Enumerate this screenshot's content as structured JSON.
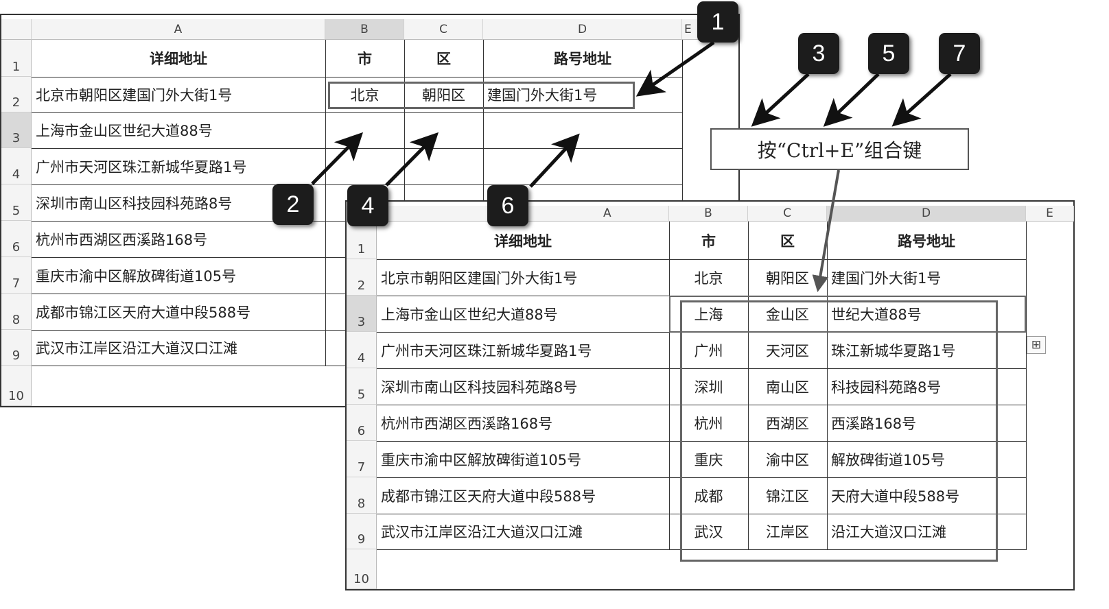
{
  "columns": [
    "A",
    "B",
    "C",
    "D",
    "E"
  ],
  "headers": [
    "详细地址",
    "市",
    "区",
    "路号地址"
  ],
  "addresses": [
    "北京市朝阳区建国门外大街1号",
    "上海市金山区世纪大道88号",
    "广州市天河区珠江新城华夏路1号",
    "深圳市南山区科技园科苑路8号",
    "杭州市西湖区西溪路168号",
    "重庆市渝中区解放碑街道105号",
    "成都市锦江区天府大道中段588号",
    "武汉市江岸区沿江大道汉口江滩"
  ],
  "before": {
    "rows": [
      [
        "北京",
        "朝阳区",
        "建国门外大街1号"
      ],
      [
        "",
        "",
        ""
      ],
      [
        "",
        "",
        ""
      ],
      [
        "",
        "",
        ""
      ],
      [
        "",
        "",
        ""
      ],
      [
        "",
        "",
        ""
      ],
      [
        "",
        "",
        ""
      ],
      [
        "",
        "",
        ""
      ]
    ]
  },
  "after": {
    "rows": [
      [
        "北京",
        "朝阳区",
        "建国门外大街1号"
      ],
      [
        "上海",
        "金山区",
        "世纪大道88号"
      ],
      [
        "广州",
        "天河区",
        "珠江新城华夏路1号"
      ],
      [
        "深圳",
        "南山区",
        "科技园科苑路8号"
      ],
      [
        "杭州",
        "西湖区",
        "西溪路168号"
      ],
      [
        "重庆",
        "渝中区",
        "解放碑街道105号"
      ],
      [
        "成都",
        "锦江区",
        "天府大道中段588号"
      ],
      [
        "武汉",
        "江岸区",
        "沿江大道汉口江滩"
      ]
    ]
  },
  "row_numbers": [
    "1",
    "2",
    "3",
    "4",
    "5",
    "6",
    "7",
    "8",
    "9",
    "10"
  ],
  "callouts": [
    "1",
    "2",
    "3",
    "4",
    "5",
    "6",
    "7"
  ],
  "note": "按“Ctrl+E”组合键",
  "flash_fill_icon": "flash-fill-options-icon"
}
